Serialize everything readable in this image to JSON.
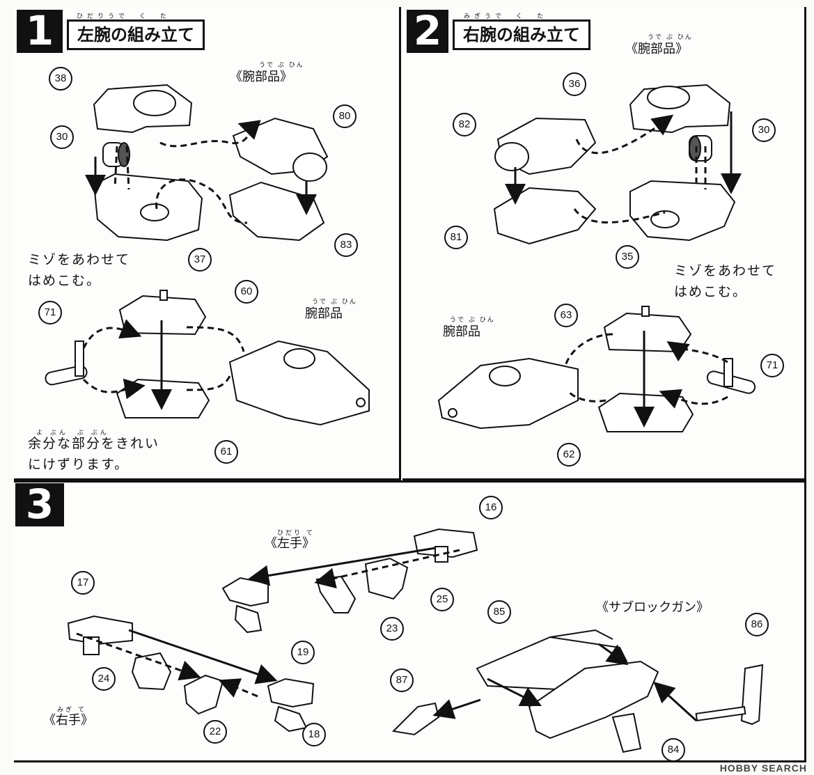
{
  "steps": [
    {
      "number": "1",
      "title": "左腕の組み立て",
      "ruby": "ひだりうで　く　た"
    },
    {
      "number": "2",
      "title": "右腕の組み立て",
      "ruby": "みぎうで　く　た"
    },
    {
      "number": "3"
    }
  ],
  "step1": {
    "group_label": "《腕部品》",
    "group_ruby": "うで ぶ ひん",
    "arm_parts_label": "腕部品",
    "arm_parts_ruby": "うで ぶ ひん",
    "note_groove_line1": "ミゾをあわせて",
    "note_groove_line2": "はめこむ。",
    "note_trim_line1": "余分な部分をきれい",
    "note_trim_line2": "にけずります。",
    "note_trim_ruby": "よ ぶん　ぶ ぶん",
    "parts": [
      "38",
      "30",
      "80",
      "37",
      "83",
      "60",
      "71",
      "61"
    ]
  },
  "step2": {
    "group_label": "《腕部品》",
    "group_ruby": "うで ぶ ひん",
    "arm_parts_label": "腕部品",
    "arm_parts_ruby": "うで ぶ ひん",
    "note_groove_line1": "ミゾをあわせて",
    "note_groove_line2": "はめこむ。",
    "parts": [
      "36",
      "82",
      "30",
      "81",
      "35",
      "63",
      "71",
      "62"
    ]
  },
  "step3": {
    "left_hand_label": "《左手》",
    "left_hand_ruby": "ひだり て",
    "right_hand_label": "《右手》",
    "right_hand_ruby": "みぎ て",
    "gun_label": "《サブロックガン》",
    "parts": [
      "16",
      "25",
      "19",
      "23",
      "17",
      "24",
      "22",
      "18",
      "85",
      "86",
      "87",
      "84"
    ]
  },
  "watermark": "HOBBY SEARCH"
}
